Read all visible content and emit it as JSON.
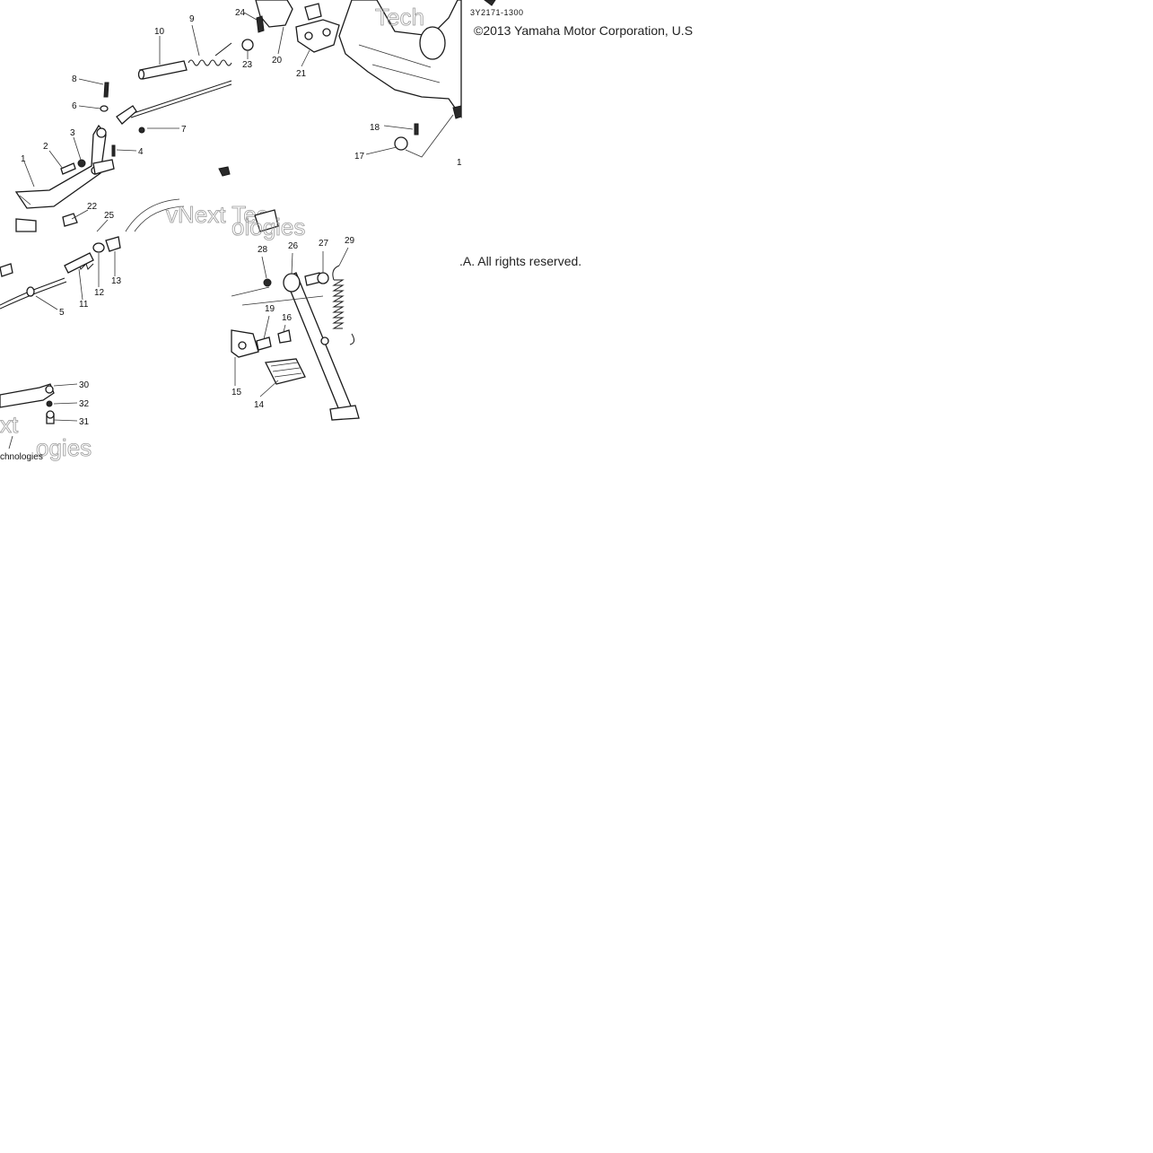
{
  "diagram": {
    "part_code": "3Y2171-1300",
    "copyright": {
      "line1": "©2013 Yamaha Motor Corporation, U.S",
      "line2": ".A. All rights reserved."
    },
    "watermark": {
      "tile_a": "Tech",
      "tile_b": "vNext Tec",
      "tile_c": "ologies",
      "tile_d": "xt",
      "tile_e": "chnologies",
      "tile_f": "ogies"
    },
    "callouts": [
      "1",
      "2",
      "3",
      "4",
      "5",
      "6",
      "7",
      "8",
      "9",
      "10",
      "11",
      "12",
      "13",
      "14",
      "15",
      "16",
      "17",
      "18",
      "19",
      "20",
      "21",
      "22",
      "23",
      "24",
      "25",
      "26",
      "27",
      "28",
      "29",
      "30",
      "31",
      "32"
    ]
  }
}
